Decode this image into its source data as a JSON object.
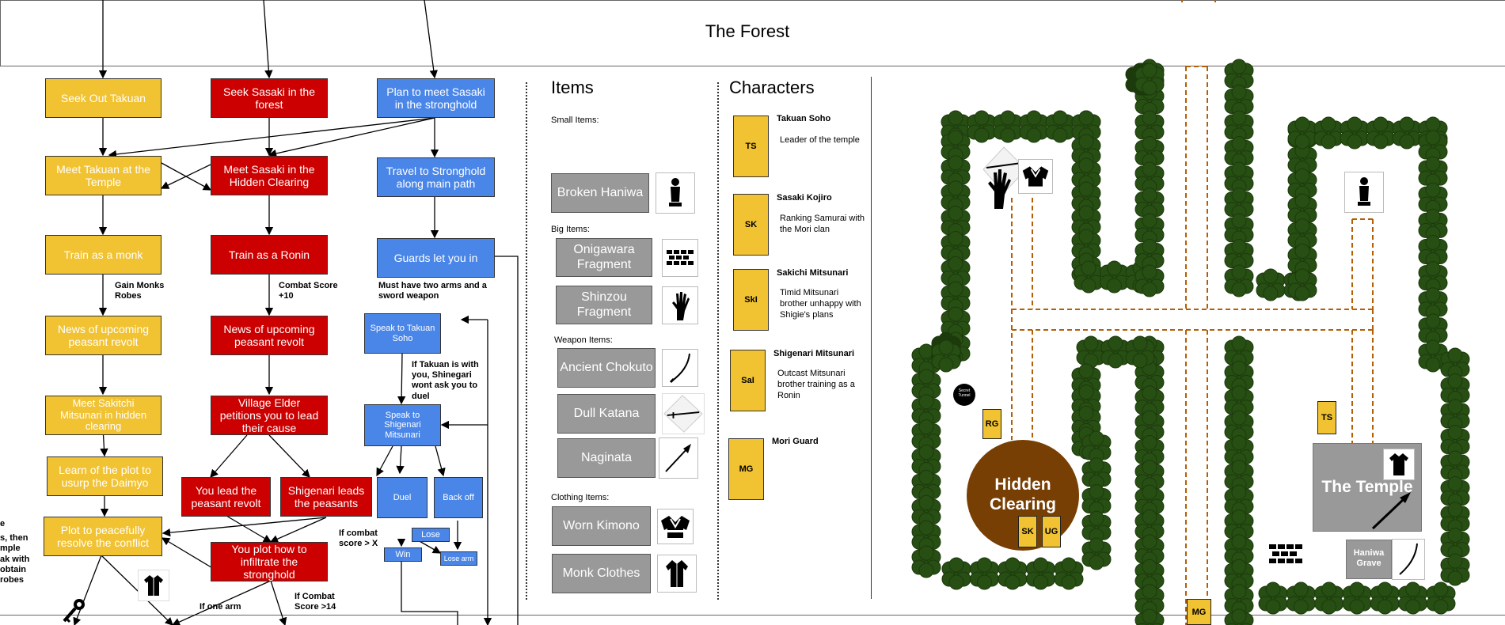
{
  "header": {
    "title": "The Forest"
  },
  "flow": {
    "col1": {
      "seek_takuan": "Seek Out Takuan",
      "meet_takuan": "Meet Takuan at the Temple",
      "train_monk": "Train as a monk",
      "note_robes": "Gain Monks Robes",
      "news_revolt": "News of upcoming peasant revolt",
      "meet_sakitchi": "Meet Sakitchi Mitsunari in hidden clearing",
      "learn_plot": "Learn of the plot to usurp the Daimyo",
      "plot_peace": "Plot to peacefully resolve the conflict"
    },
    "col2": {
      "seek_sasaki": "Seek Sasaki in the forest",
      "meet_sasaki": "Meet Sasaki in the Hidden Clearing",
      "train_ronin": "Train as a Ronin",
      "note_combat": "Combat Score +10",
      "news_revolt": "News of upcoming peasant revolt",
      "elder": "Village Elder petitions you to lead their cause",
      "you_lead": "You lead the peasant revolt",
      "shigenari_leads": "Shigenari leads the peasants",
      "infiltrate": "You plot how to infiltrate the stronghold",
      "note_one_arm": "If one arm",
      "note_combat14": "If Combat Score >14"
    },
    "col3": {
      "plan_meet": "Plan to meet Sasaki in the stronghold",
      "travel": "Travel to Stronghold along main path",
      "guards": "Guards let you in",
      "note_arms": "Must have two arms and a sword weapon",
      "speak_takuan": "Speak to Takuan Soho",
      "note_takuan": "If Takuan is with you, Shinegari wont ask you to duel",
      "speak_shigenari": "Speak to Shigenari Mitsunari",
      "duel": "Duel",
      "back_off": "Back off",
      "lose": "Lose",
      "win": "Win",
      "lose_arm": "Lose arm",
      "note_combat_x": "If combat score > X"
    },
    "left_fragments": [
      "e",
      "",
      "s, then",
      "mple",
      "ak with",
      "obtain",
      "robes"
    ]
  },
  "items": {
    "heading": "Items",
    "small_label": "Small Items:",
    "small": [
      {
        "name": "Broken Haniwa",
        "icon": "haniwa-icon"
      }
    ],
    "big_label": "Big Items:",
    "big": [
      {
        "name": "Onigawara Fragment",
        "icon": "roof-tile-icon"
      },
      {
        "name": "Shinzou Fragment",
        "icon": "hand-icon"
      }
    ],
    "weapon_label": "Weapon Items:",
    "weapons": [
      {
        "name": "Ancient Chokuto",
        "icon": "chokuto-icon"
      },
      {
        "name": "Dull Katana",
        "icon": "katana-icon"
      },
      {
        "name": "Naginata",
        "icon": "naginata-icon"
      }
    ],
    "clothing_label": "Clothing Items:",
    "clothing": [
      {
        "name": "Worn Kimono",
        "icon": "kimono-icon"
      },
      {
        "name": "Monk Clothes",
        "icon": "monk-robe-icon"
      }
    ]
  },
  "characters": {
    "heading": "Characters",
    "list": [
      {
        "abbr": "TS",
        "name": "Takuan Soho",
        "desc": "Leader of the temple"
      },
      {
        "abbr": "SK",
        "name": "Sasaki Kojiro",
        "desc": "Ranking Samurai with the Mori clan"
      },
      {
        "abbr": "SkI",
        "name": "Sakichi Mitsunari",
        "desc": "Timid Mitsunari brother unhappy with Shigie's plans"
      },
      {
        "abbr": "SaI",
        "name": "Shigenari Mitsunari",
        "desc": "Outcast Mitsunari brother training as a Ronin"
      },
      {
        "abbr": "MG",
        "name": "Mori Guard",
        "desc": ""
      }
    ]
  },
  "map": {
    "secret_tunnel": "Secret Tunnel",
    "hidden_clearing": "Hidden Clearing",
    "temple": "The Temple",
    "haniwa_grave": "Haniwa Grave",
    "tokens": {
      "rg": "RG",
      "sk": "SK",
      "ug": "UG",
      "ts": "TS",
      "mg": "MG"
    }
  },
  "colors": {
    "yellow": "#f1c232",
    "red": "#cc0000",
    "blue": "#4a86e8",
    "tree": "#274e13",
    "path": "#b45f06",
    "clearing": "#783f04",
    "grey": "#999999"
  }
}
